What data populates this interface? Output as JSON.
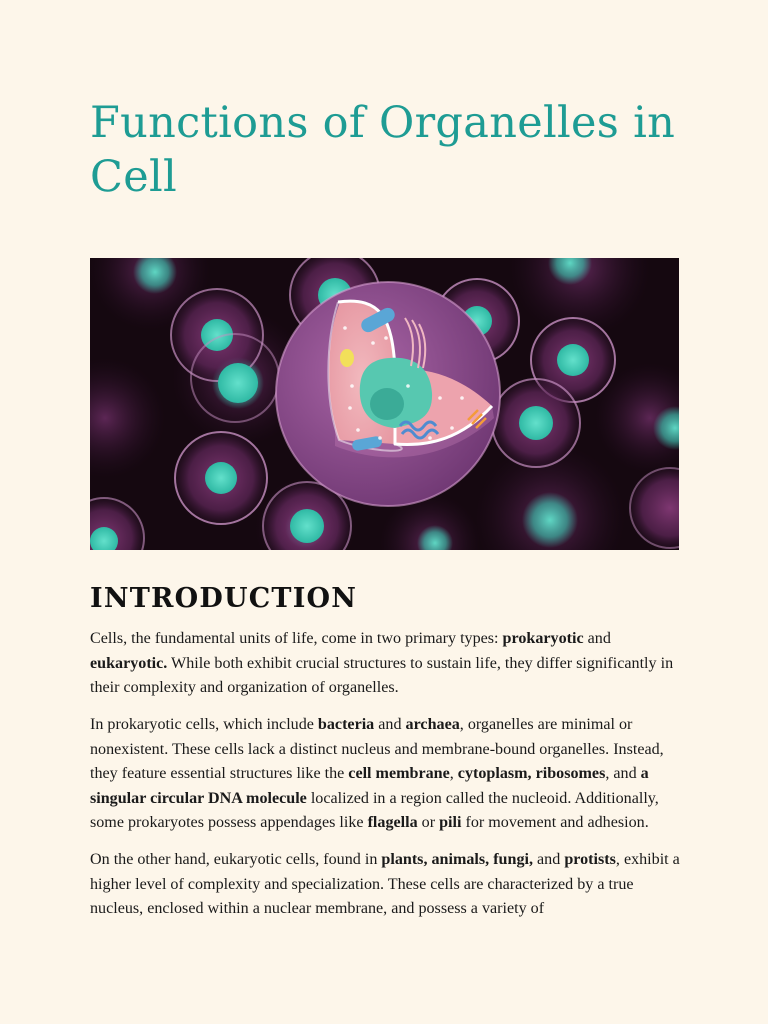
{
  "document": {
    "title": "Functions of Organelles in Cell"
  },
  "sections": {
    "introduction": {
      "heading": "INTRODUCTION",
      "paragraphs": [
        [
          {
            "t": "Cells, the fundamental units of life, come in two primary types: "
          },
          {
            "t": "prokaryotic",
            "b": true
          },
          {
            "t": " and "
          },
          {
            "t": "eukaryotic.",
            "b": true
          },
          {
            "t": " While both exhibit crucial structures to sustain life, they differ significantly in their complexity and organization of organelles."
          }
        ],
        [
          {
            "t": "In prokaryotic cells, which include "
          },
          {
            "t": "bacteria",
            "b": true
          },
          {
            "t": " and "
          },
          {
            "t": "archaea",
            "b": true
          },
          {
            "t": ", organelles are minimal or nonexistent. These cells lack a distinct nucleus and membrane-bound organelles. Instead, they feature essential structures like the "
          },
          {
            "t": "cell membrane",
            "b": true
          },
          {
            "t": ", "
          },
          {
            "t": "cytoplasm,",
            "b": true
          },
          {
            "t": " "
          },
          {
            "t": "ribosomes",
            "b": true
          },
          {
            "t": ", and "
          },
          {
            "t": "a singular circular DNA molecule",
            "b": true
          },
          {
            "t": " localized in a region called the nucleoid. Additionally, some prokaryotes possess appendages like "
          },
          {
            "t": "flagella",
            "b": true
          },
          {
            "t": " or "
          },
          {
            "t": "pili",
            "b": true
          },
          {
            "t": " for movement and adhesion."
          }
        ],
        [
          {
            "t": "On the other hand, eukaryotic cells, found in "
          },
          {
            "t": "plants, animals, fungi,",
            "b": true
          },
          {
            "t": " and "
          },
          {
            "t": "protists",
            "b": true
          },
          {
            "t": ", exhibit a higher level of complexity and specialization. These cells are characterized by a true nucleus, enclosed within a nuclear membrane, and possess a variety of"
          }
        ]
      ]
    }
  },
  "colors": {
    "page_background": "#fdf6ea",
    "title": "#1e9c94",
    "body_text": "#1a1a1a"
  },
  "hero_image": {
    "icon": "cell-cross-section-illustration"
  }
}
